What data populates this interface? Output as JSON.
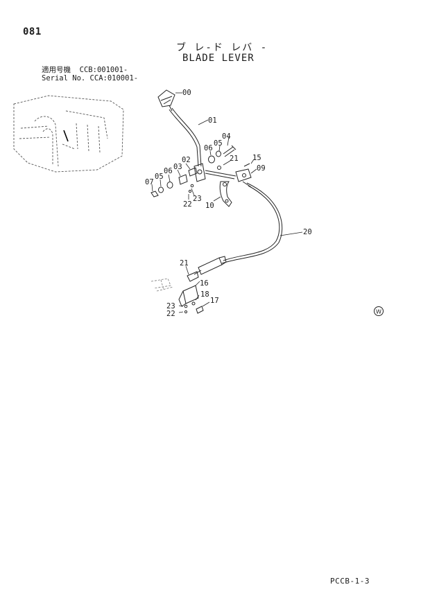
{
  "header": {
    "page_number": "081",
    "title_jp": "ブ レ-ド レバ -",
    "title_en": "BLADE LEVER",
    "serial": [
      {
        "label": "適用号機",
        "value": "CCB:001001-"
      },
      {
        "label": "Serial No.",
        "value": "CCA:010001-"
      }
    ]
  },
  "callouts": {
    "c00": "00",
    "c01": "01",
    "c02": "02",
    "c03": "03",
    "c04": "04",
    "c05a": "05",
    "c05b": "05",
    "c06a": "06",
    "c06b": "06",
    "c07": "07",
    "c09": "09",
    "c10": "10",
    "c15": "15",
    "c16": "16",
    "c17": "17",
    "c18": "18",
    "c20": "20",
    "c21a": "21",
    "c21b": "21",
    "c22a": "22",
    "c22b": "22",
    "c23a": "23",
    "c23b": "23"
  },
  "badge": "W",
  "footer": {
    "code": "PCCB-1-3"
  }
}
